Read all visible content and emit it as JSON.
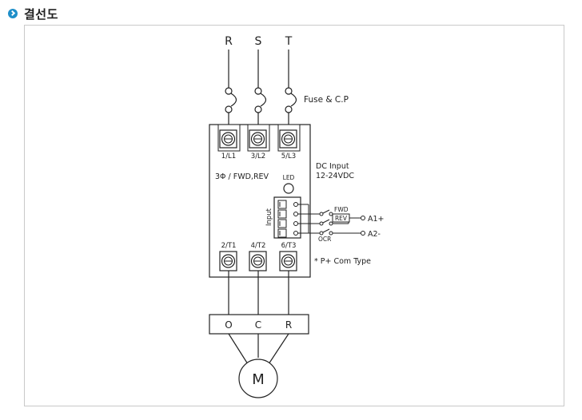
{
  "page": {
    "title": "결선도"
  },
  "diagram": {
    "phases": [
      "R",
      "S",
      "T"
    ],
    "fuse_label": "Fuse & C.P",
    "top_terminals": [
      "1/L1",
      "3/L2",
      "5/L3"
    ],
    "bottom_terminals": [
      "2/T1",
      "4/T2",
      "6/T3"
    ],
    "mode_label": "3Φ / FWD,REV",
    "led_label": "LED",
    "dc_input_label": "DC Input",
    "dc_voltage_label": "12-24VDC",
    "input_label": "Input",
    "fwd_label": "FWD",
    "rev_label": "REV",
    "ocr_label": "OCR",
    "a1_label": "A1+",
    "a2_label": "A2-",
    "com_note": "* P+ Com Type",
    "outputs": [
      "O",
      "C",
      "R"
    ],
    "motor_label": "M"
  }
}
